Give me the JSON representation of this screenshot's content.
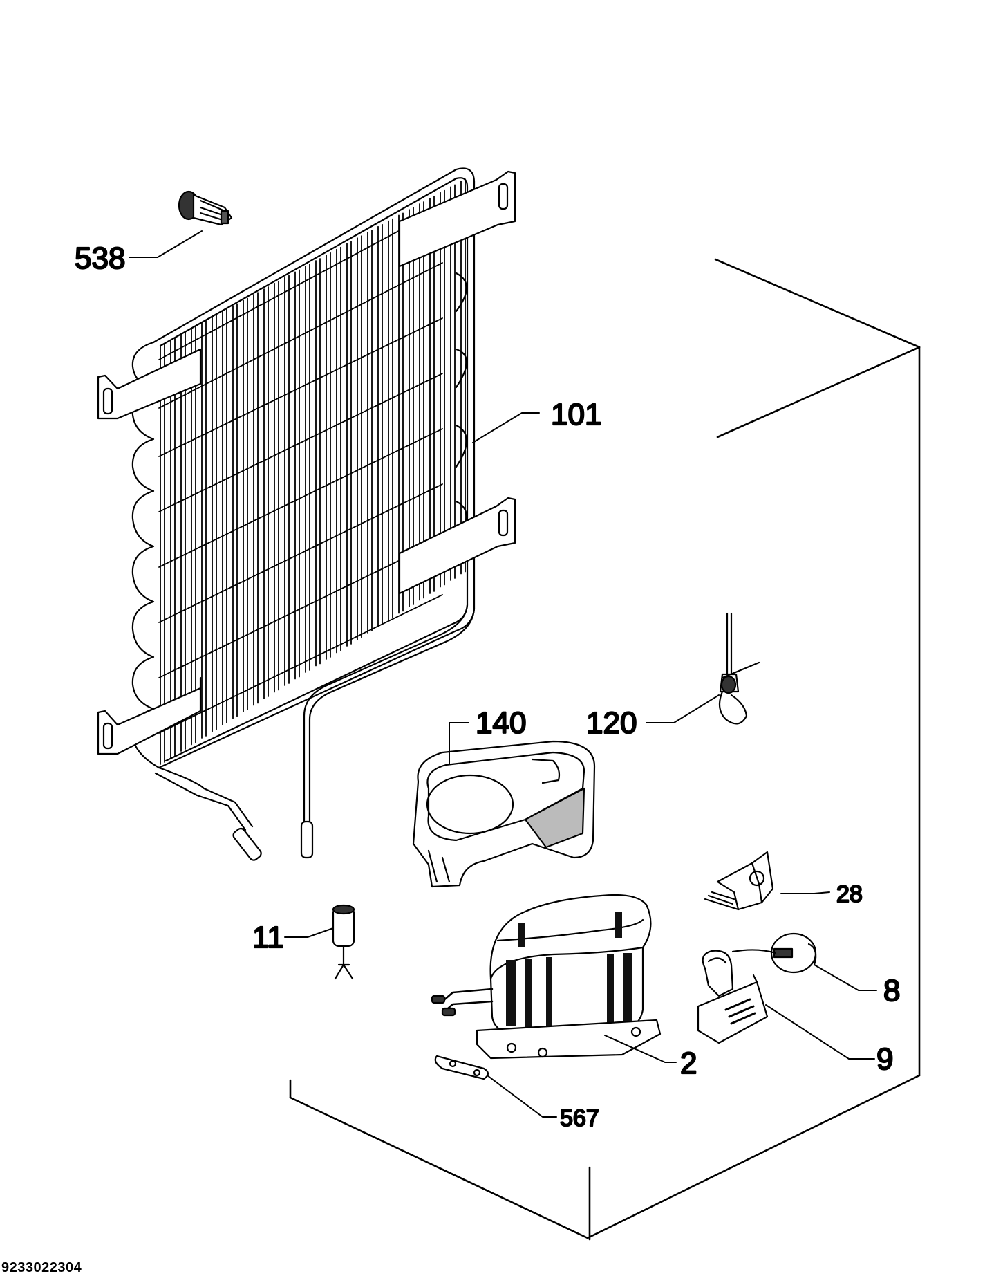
{
  "labels": {
    "p538": "538",
    "p101": "101",
    "p140": "140",
    "p120": "120",
    "p28": "28",
    "p11": "11",
    "p8": "8",
    "p9": "9",
    "p2": "2",
    "p567": "567"
  },
  "document_id": "9233022304"
}
